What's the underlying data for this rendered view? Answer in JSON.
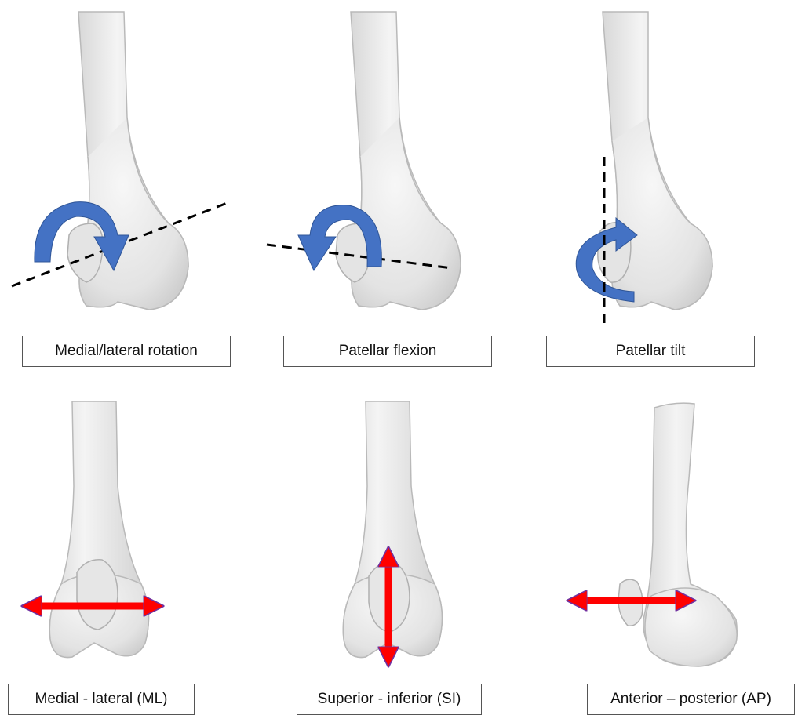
{
  "colors": {
    "bone_fill": "#e9e9e9",
    "bone_stroke": "#b9b9b9",
    "rotation_arrow": "#4472c4",
    "translation_arrow": "#ff0000",
    "axis_line": "#000000",
    "label_border": "#555555"
  },
  "panels": [
    {
      "id": "ml-rotation",
      "label": "Medial/lateral rotation",
      "motion": "rotation",
      "arrow_icon": "curved-arrow-icon"
    },
    {
      "id": "patellar-flexion",
      "label": "Patellar flexion",
      "motion": "rotation",
      "arrow_icon": "curved-arrow-icon"
    },
    {
      "id": "patellar-tilt",
      "label": "Patellar tilt",
      "motion": "rotation",
      "arrow_icon": "curved-arrow-icon"
    },
    {
      "id": "ml-translation",
      "label": "Medial - lateral (ML)",
      "motion": "translation",
      "arrow_icon": "double-arrow-icon"
    },
    {
      "id": "si-translation",
      "label": "Superior - inferior (SI)",
      "motion": "translation",
      "arrow_icon": "double-arrow-icon"
    },
    {
      "id": "ap-translation",
      "label": "Anterior – posterior (AP)",
      "motion": "translation",
      "arrow_icon": "double-arrow-icon"
    }
  ]
}
